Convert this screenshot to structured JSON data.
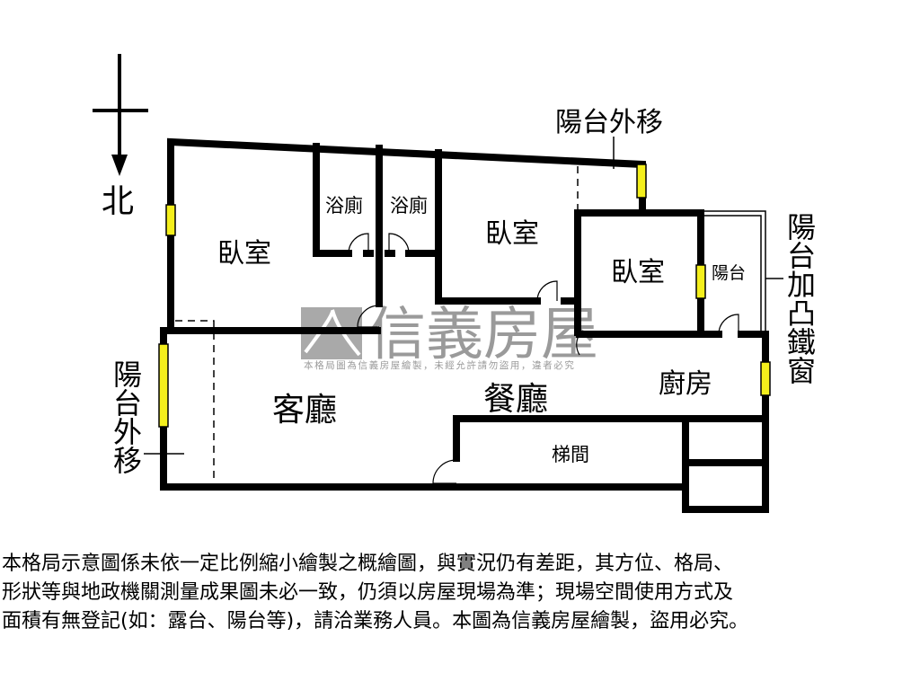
{
  "compass": {
    "north_label": "北"
  },
  "rooms": {
    "bedroom_1": "臥室",
    "bath_1": "浴廁",
    "bath_2": "浴廁",
    "bedroom_2": "臥室",
    "bedroom_3": "臥室",
    "balcony": "陽台",
    "dining": "餐廳",
    "living": "客廳",
    "kitchen": "廚房",
    "stairwell": "梯間"
  },
  "annotations": {
    "top_balcony_moved": "陽台外移",
    "right_balcony_bars": "陽台加凸鐵窗",
    "left_balcony_moved": "陽台外移"
  },
  "watermark": {
    "brand": "信義房屋",
    "notice": "本格局圖為信義房屋繪製，未經允許請勿盜用，違者必究"
  },
  "disclaimer": {
    "lines": [
      "本格局示意圖係未依一定比例縮小繪製之概繪圖，與實況仍有差距，其方位、格局、",
      "形狀等與地政機關測量成果圖未必一致，仍須以房屋現場為準；現場空間使用方式及",
      "面積有無登記(如：露台、陽台等)，請洽業務人員。本圖為信義房屋繪製，盜用必究。"
    ]
  },
  "colors": {
    "wall": "#000000",
    "window": "#f4ef1c",
    "watermark": "#9a9a9a"
  }
}
